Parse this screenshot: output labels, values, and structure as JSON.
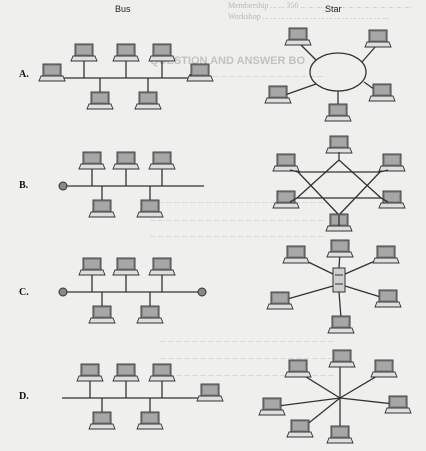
{
  "background_text": {
    "line1": "Membership ... ... 350 ... ... ... ... ... ... ... ... ... ... ... ... ... ...",
    "line2": "Workshop ... ... ... ... ... ... ... ... ... ... ... ... ... ... ... ...",
    "heading": "QUESTION AND ANSWER BO",
    "line3": "... ... ... ... ... ... ... ... ... ... ... ... ... ... ...",
    "line4": "... ... ... ... ... ... ... ... ... ... ... ... ... ... ... ... ... ... ... ... ... ...",
    "line5": "... ... ... ... ... ... ... ... ... ... ... ... ... ... ... ... ... ... ... ... ... ...",
    "line6": "... ... ... ... ... ... ... ... ... ... ... ... ... ... ... ... ... ... ... ... ... ...",
    "line7": "... ... ... ... ... ... ... ... ... ... ... ... ... ... ... ... ... ... ... ... ... ...",
    "line8": "... ... ... ... ... ... ... ... ... ... ... ... ... ... ... ... ... ... ... ... ... ...",
    "line9": "... ... ... ... ... ... ... ... ... ... ... ... ... ... ... ... ... ... ... ... ... ..."
  },
  "headers": {
    "bus": "Bus",
    "star": "Star"
  },
  "options": [
    {
      "label": "A."
    },
    {
      "label": "B."
    },
    {
      "label": "C."
    },
    {
      "label": "D."
    }
  ],
  "colors": {
    "ink": "#333333",
    "computer_face": "#8a8a8a",
    "node_fill": "#888888"
  }
}
